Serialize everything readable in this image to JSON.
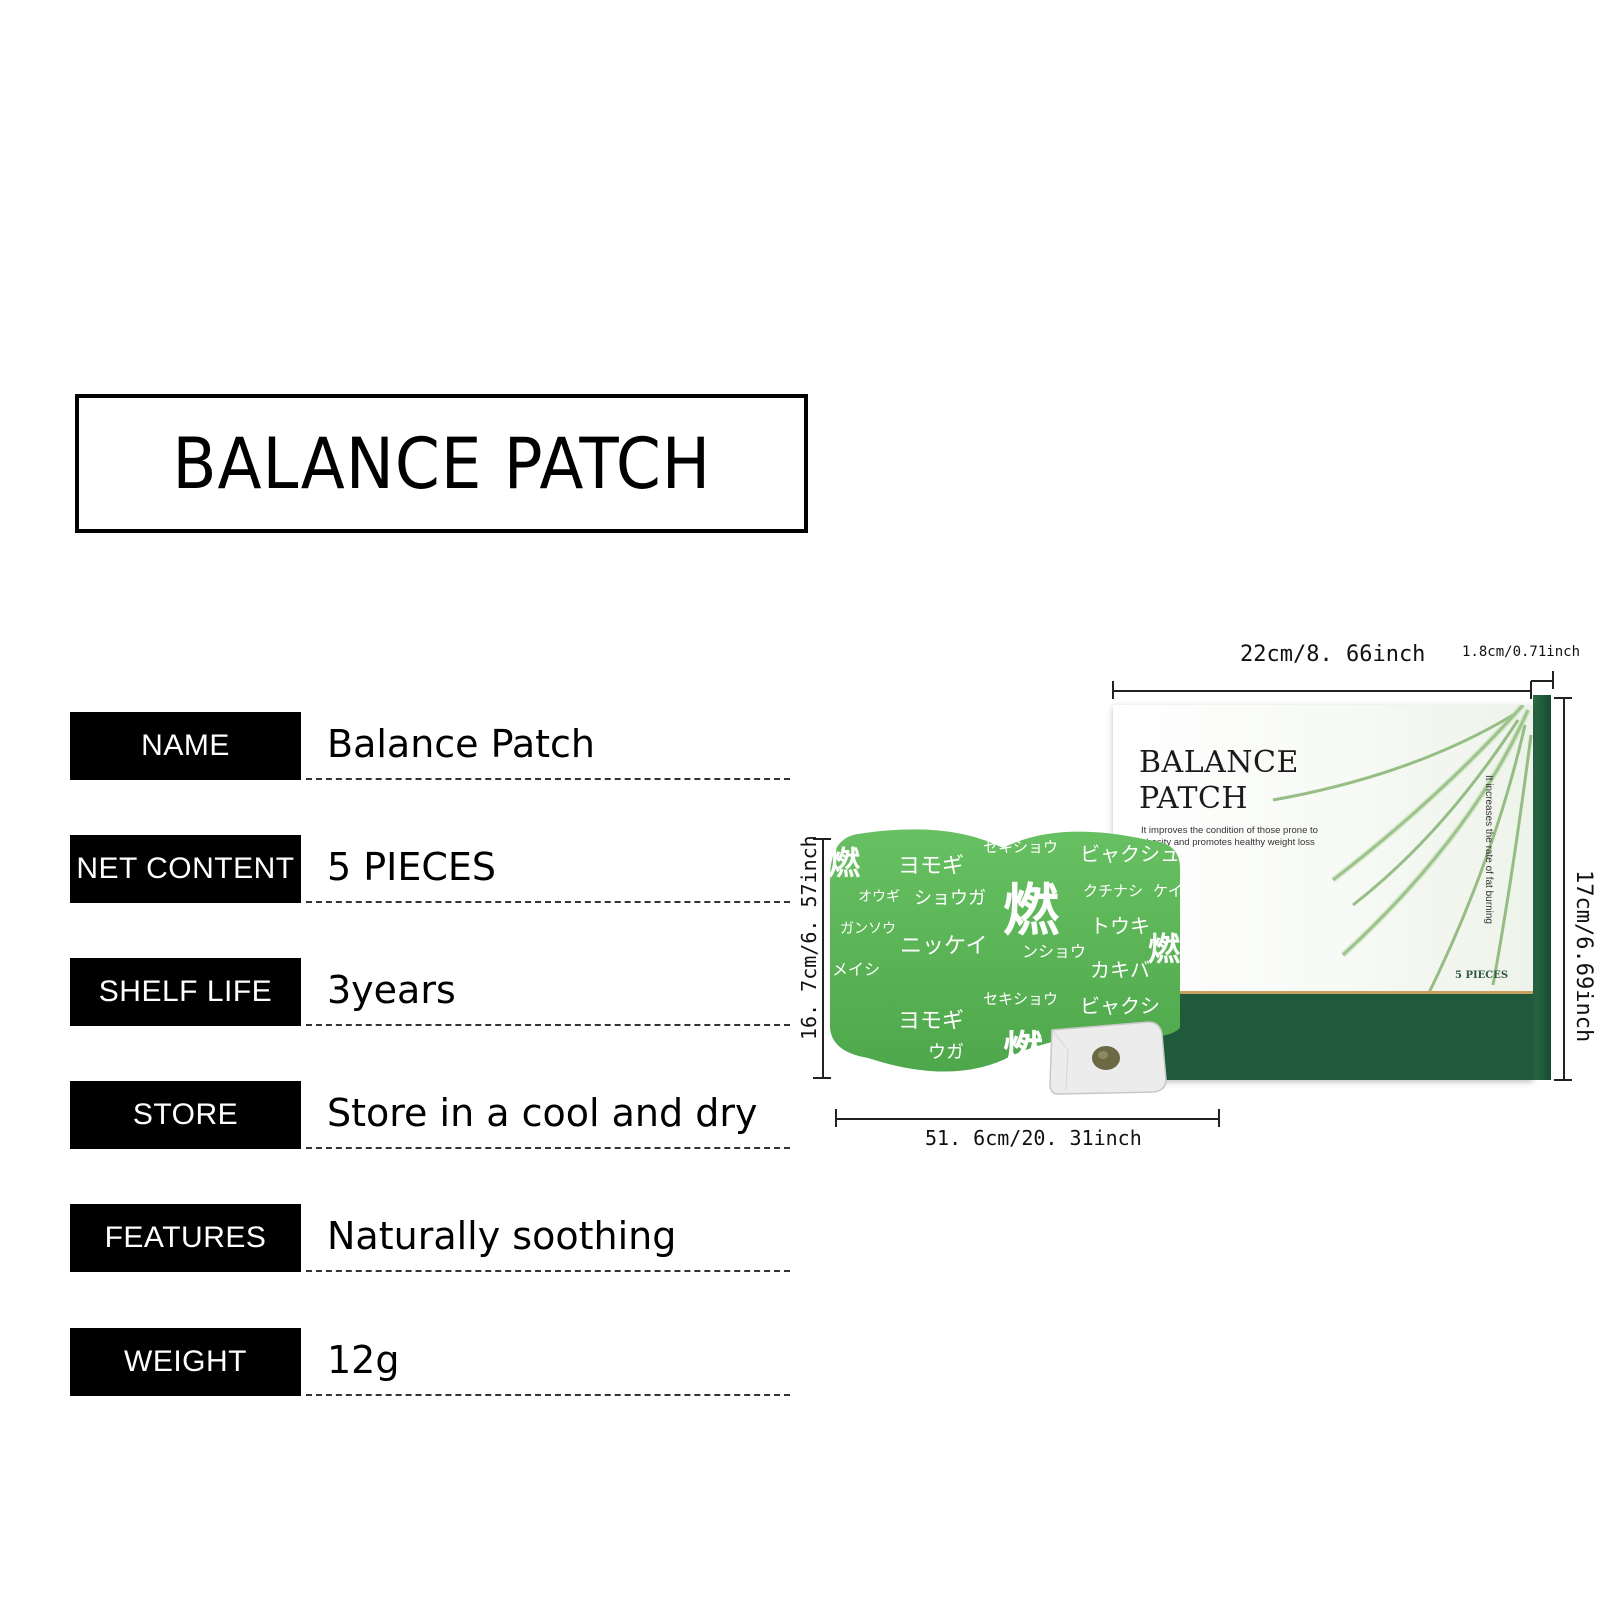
{
  "title": "BALANCE PATCH",
  "specs": [
    {
      "label": "NAME",
      "value": "Balance Patch"
    },
    {
      "label": "NET  CONTENT",
      "value": "5 PIECES"
    },
    {
      "label": "SHELF LIFE",
      "value": "3years"
    },
    {
      "label": "STORE",
      "value": "Store in a cool and dry"
    },
    {
      "label": "FEATURES",
      "value": "Naturally soothing"
    },
    {
      "label": "WEIGHT",
      "value": "12g"
    }
  ],
  "dimensions": {
    "box_width": "22cm/8. 66inch",
    "box_depth": "1.8cm/0.71inch",
    "box_height": "17cm/6.69inch",
    "patch_height": "16. 7cm/6. 57inch",
    "patch_width": "51. 6cm/20. 31inch"
  },
  "box": {
    "title_line1": "BALANCE",
    "title_line2": "PATCH",
    "subtitle": "It improves the condition of those prone to obesity and promotes healthy weight loss",
    "vertical_text": "It increases the rate of fat burning",
    "pieces": "5 PIECES"
  },
  "patch": {
    "words": [
      "ヨモギ",
      "セキショウ",
      "ビャクシュ",
      "燃",
      "オウギ",
      "ショウガ",
      "クチナシ",
      "ケイ",
      "ニッケイ",
      "トウキ",
      "ンショウ",
      "カキバ",
      "ガンソウ",
      "メイシ",
      "セキショウ",
      "ヨモギ",
      "ビャクシ",
      "燃",
      "ウガ",
      "燃"
    ]
  },
  "colors": {
    "box_green": "#1f5a3a",
    "patch_green": "#5db85a",
    "accent_gold": "#c8a060"
  }
}
